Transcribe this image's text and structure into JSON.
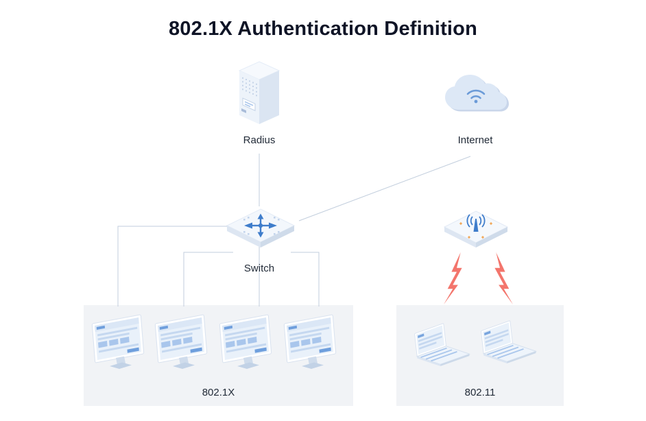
{
  "title": "802.1X Authentication Definition",
  "nodes": {
    "radius": {
      "label": "Radius",
      "icon": "server-tower-icon"
    },
    "internet": {
      "label": "Internet",
      "icon": "cloud-wifi-icon"
    },
    "switch": {
      "label": "Switch",
      "icon": "network-switch-icon"
    },
    "access_point": {
      "icon": "wireless-access-point-icon"
    }
  },
  "zones": {
    "wired": {
      "label": "802.1X",
      "device_count": 4,
      "device_icon": "desktop-monitor-icon"
    },
    "wireless": {
      "label": "802.11",
      "device_count": 2,
      "device_icon": "laptop-icon"
    }
  },
  "connections": [
    {
      "from": "radius",
      "to": "switch",
      "style": "line"
    },
    {
      "from": "internet",
      "to": "switch",
      "style": "line"
    },
    {
      "from": "switch",
      "to": "wired-devices",
      "style": "line",
      "count": 4
    },
    {
      "from": "access_point",
      "to": "wireless-devices",
      "style": "lightning",
      "count": 2
    }
  ],
  "colors": {
    "background": "#ffffff",
    "zone_background": "#f1f3f6",
    "line": "#c2cedd",
    "accent_blue": "#3f7dcb",
    "icon_light": "#f3f7fc",
    "icon_shade": "#d9e3f1",
    "icon_shade_dark": "#cfdbea",
    "screen_fill": "#e9f1fa",
    "lightning_red": "#f3756c",
    "text": "#1c2430"
  }
}
